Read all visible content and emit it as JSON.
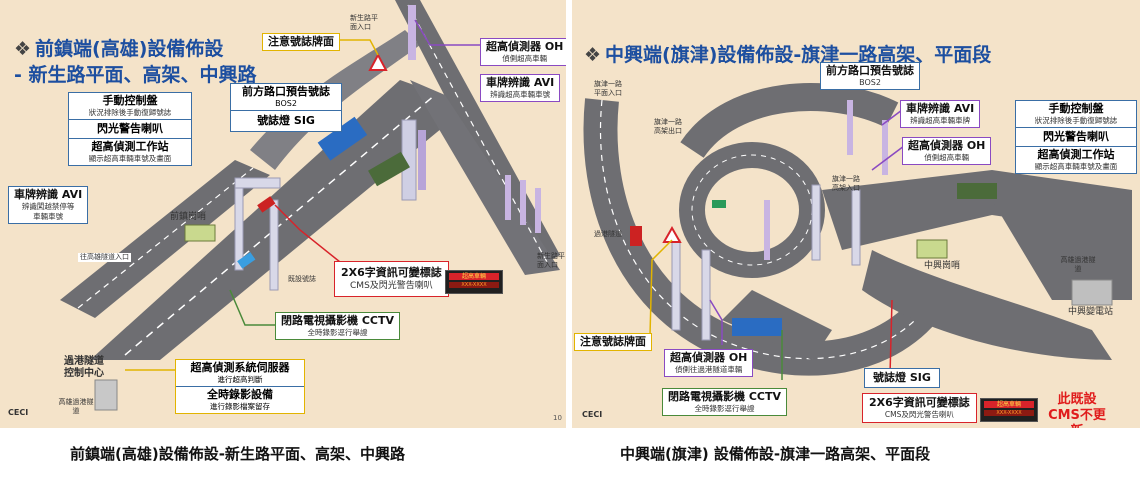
{
  "left": {
    "title_line1": "前鎮端(高雄)設備佈設",
    "title_line2": "- 新生路平面、高架、中興路",
    "warn_sign": "注意號誌牌面",
    "oh_top": {
      "main": "超高偵測器 OH",
      "sub": "偵側超高車輛"
    },
    "avi_top": {
      "main": "車牌辨識 AVI",
      "sub": "辨識超高車輛車號"
    },
    "manual": {
      "main": "手動控制盤",
      "sub": "狀況排除後手動復歸號誌"
    },
    "flash": "閃光警告喇叭",
    "station": {
      "main": "超高偵測工作站",
      "sub": "顯示超高車輛車號及畫面"
    },
    "bos2": {
      "main": "前方路口預告號誌",
      "sub": "BOS2"
    },
    "sig": "號誌燈 SIG",
    "avi_left": {
      "main": "車牌辨識 AVI",
      "sub1": "辨識闖越禁停等",
      "sub2": "車輛車號"
    },
    "cms": {
      "main": "2X6字資訊可變標誌",
      "sub": "CMS及閃光警告喇叭",
      "screen_top": "超高車輛",
      "screen_bot": "XXX-XXXX"
    },
    "cctv": {
      "main": "閉路電視攝影機 CCTV",
      "sub": "全時錄影逕行舉證"
    },
    "server": {
      "main": "超高偵測系統伺服器",
      "sub": "進行超高判斷"
    },
    "recorder": {
      "main": "全時錄影設備",
      "sub": "進行錄影檔案留存"
    },
    "control_center": "過港隧道控制中心",
    "tunnel_entry": "高雄過港隧道",
    "map_labels": {
      "entry_top": "新生路平面入口",
      "guard_booth": "前鎮崗哨",
      "gaoxiong_entry": "往高雄隧道入口",
      "exit": "既設號誌",
      "lower_right": "新生路平面入口"
    },
    "logo": "CECI",
    "page_no": "10"
  },
  "right": {
    "title": "中興端(旗津)設備佈設-旗津一路高架、平面段",
    "bos2": {
      "main": "前方路口預告號誌",
      "sub": "BOS2"
    },
    "avi": {
      "main": "車牌辨識 AVI",
      "sub": "辨識超高車輛車牌"
    },
    "oh_top": {
      "main": "超高偵測器 OH",
      "sub": "偵側超高車輛"
    },
    "manual": {
      "main": "手動控制盤",
      "sub": "狀況排除後手動復歸號誌"
    },
    "flash": "閃光警告喇叭",
    "station": {
      "main": "超高偵測工作站",
      "sub": "顯示超高車輛車號及畫面"
    },
    "warn_sign": "注意號誌牌面",
    "oh_bottom": {
      "main": "超高偵測器 OH",
      "sub": "偵側往過港隧道車輛"
    },
    "cctv": {
      "main": "閉路電視攝影機 CCTV",
      "sub": "全時錄影逕行舉證"
    },
    "sig": "號誌燈 SIG",
    "cms": {
      "main": "2X6字資訊可變標誌",
      "sub": "CMS及閃光警告喇叭",
      "screen_top": "超高車輛",
      "screen_bot": "XXX-XXXX"
    },
    "note": "此既設CMS不更新",
    "map_labels": {
      "elevated_entry": "旗津一路平面入口",
      "ramp1": "旗津一路高架出口",
      "tunnel": "過港隧道",
      "zhongxing_guard": "中興崗哨",
      "tunnel_entry": "高雄過港隧道",
      "substation": "中興變電站",
      "bypass": "旗津一路高架入口"
    },
    "logo": "CECI"
  },
  "captions": {
    "left": "前鎮端(高雄)設備佈設-新生路平面、高架、中興路",
    "right": "中興端(旗津) 設備佈設-旗津一路高架、平面段"
  },
  "colors": {
    "panel_bg": "#f4e3c9",
    "road": "#6e6e72",
    "lane_mark": "#ffffff",
    "title_blue": "#1d4fa0",
    "label_border": "#3a6ea5",
    "purple": "#8a4ac2",
    "red": "#d8232a",
    "yellow": "#e2b400",
    "green": "#4a8a3a"
  }
}
